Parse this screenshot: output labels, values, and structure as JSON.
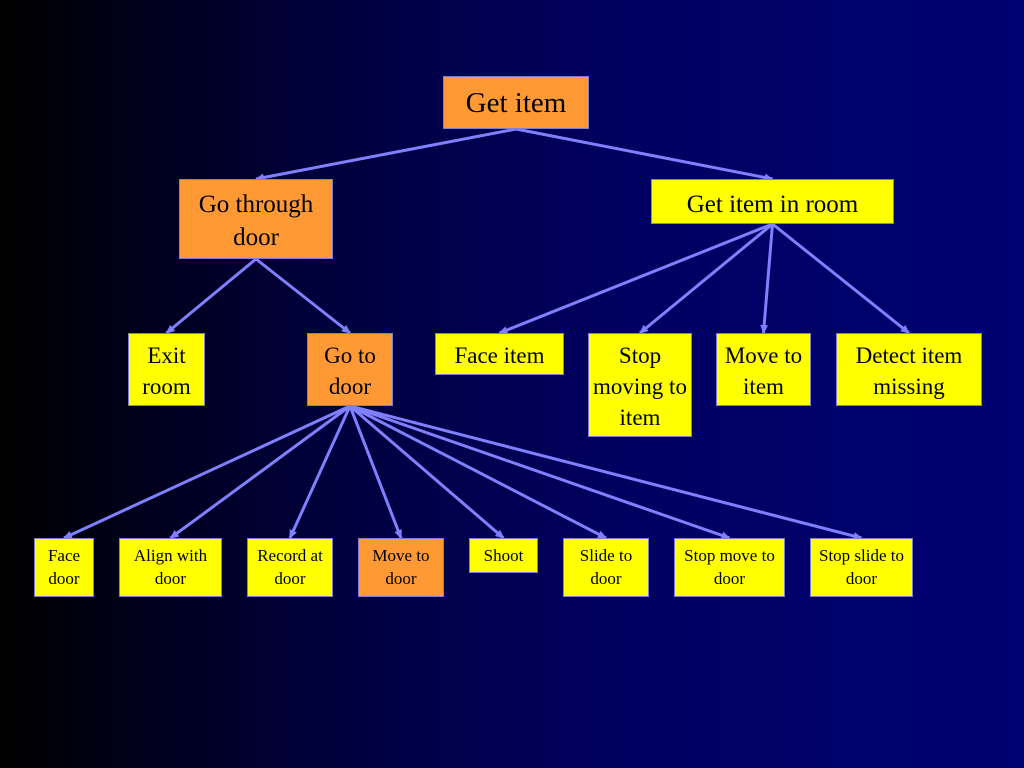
{
  "colors": {
    "orange": "#ff9933",
    "yellow": "#ffff00",
    "edge": "#8080ff"
  },
  "nodes": {
    "get_item": "Get item",
    "go_through_door": "Go through door",
    "get_item_in_room": "Get item in room",
    "exit_room": "Exit room",
    "go_to_door": "Go to door",
    "face_item": "Face item",
    "stop_moving_to_item": "Stop moving to item",
    "move_to_item": "Move to item",
    "detect_item_missing": "Detect item missing",
    "face_door": "Face door",
    "align_with_door": "Align with door",
    "record_at_door": "Record at door",
    "move_to_door": "Move to door",
    "shoot": "Shoot",
    "slide_to_door": "Slide to door",
    "stop_move_to_door": "Stop move to door",
    "stop_slide_to_door": "Stop slide to door"
  },
  "edges": [
    [
      "get_item",
      "go_through_door"
    ],
    [
      "get_item",
      "get_item_in_room"
    ],
    [
      "go_through_door",
      "exit_room"
    ],
    [
      "go_through_door",
      "go_to_door"
    ],
    [
      "get_item_in_room",
      "face_item"
    ],
    [
      "get_item_in_room",
      "stop_moving_to_item"
    ],
    [
      "get_item_in_room",
      "move_to_item"
    ],
    [
      "get_item_in_room",
      "detect_item_missing"
    ],
    [
      "go_to_door",
      "face_door"
    ],
    [
      "go_to_door",
      "align_with_door"
    ],
    [
      "go_to_door",
      "record_at_door"
    ],
    [
      "go_to_door",
      "move_to_door"
    ],
    [
      "go_to_door",
      "shoot"
    ],
    [
      "go_to_door",
      "slide_to_door"
    ],
    [
      "go_to_door",
      "stop_move_to_door"
    ],
    [
      "go_to_door",
      "stop_slide_to_door"
    ]
  ]
}
